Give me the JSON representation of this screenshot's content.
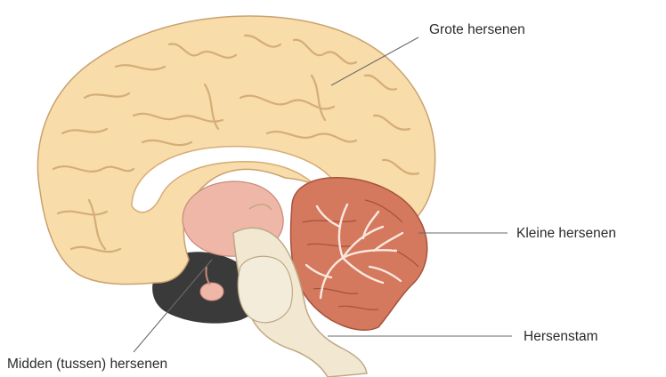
{
  "labels": {
    "cerebrum": "Grote hersenen",
    "cerebellum": "Kleine hersenen",
    "brainstem": "Hersenstam",
    "diencephalon": "Midden (tussen) hersenen"
  },
  "colors": {
    "cerebrum": "#f8dcaa",
    "cerebrum_sulci": "#d6ad78",
    "corpus_callosum": "#ffffff",
    "thalamus": "#efb7a8",
    "cerebellum": "#d4785e",
    "cerebellum_arbor": "#fbe9e0",
    "brainstem": "#f2e7d0",
    "dark_base": "#3a3a3a",
    "leader_line": "#6a6a6a"
  }
}
